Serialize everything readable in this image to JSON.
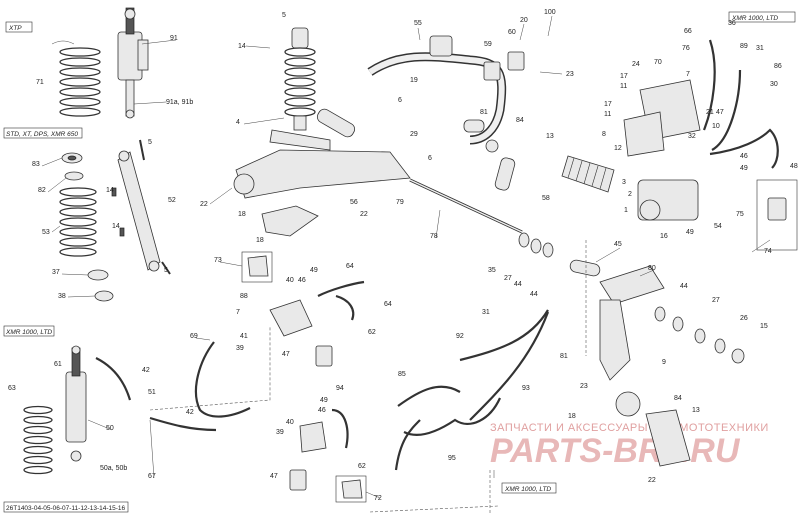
{
  "diagram_code": "26T1403-04-05-06-07-11-12-13-14-15-16",
  "variant_labels": {
    "xtp": "XTP",
    "std": "STD, XT, DPS, XMR 650",
    "xmr_top": "XMR 1000, LTD",
    "xmr_left": "XMR 1000, LTD",
    "xmr_bottom": "XMR 1000, LTD"
  },
  "watermark": {
    "line1": "ЗАПЧАСТИ И АКСЕССУАРЫ ДЛЯ МОТОТЕХНИКИ",
    "line2": "PARTS-BRP.RU"
  },
  "callouts": {
    "c71": "71",
    "c91": "91",
    "c91ab": "91a, 91b",
    "c83": "83",
    "c82": "82",
    "c53": "53",
    "c37": "37",
    "c38": "38",
    "c5a": "5",
    "c14a": "14",
    "c52": "52",
    "c14b": "14",
    "c5b": "5",
    "c14c": "14",
    "c4a": "4",
    "c22a": "22",
    "c18a": "18",
    "c55": "55",
    "c19": "19",
    "c20": "20",
    "c100": "100",
    "c60": "60",
    "c59": "59",
    "c23a": "23",
    "c6a": "6",
    "c81a": "81",
    "c29": "29",
    "c84a": "84",
    "c13a": "13",
    "c6b": "6",
    "c58": "58",
    "c79": "79",
    "c56": "56",
    "c22b": "22",
    "c18b": "18",
    "c78": "78",
    "c66": "66",
    "c36": "36",
    "c76": "76",
    "c89": "89",
    "c31": "31",
    "c86": "86",
    "c30": "30",
    "c24": "24",
    "c70": "70",
    "c17a": "17",
    "c11a": "11",
    "c7": "7",
    "c17b": "17",
    "c11b": "11",
    "c21": "21",
    "c47a": "47",
    "c32": "32",
    "c10": "10",
    "c8": "8",
    "c12": "12",
    "c46a": "46",
    "c49a": "49",
    "c48": "48",
    "c3": "3",
    "c2": "2",
    "c1": "1",
    "c54": "54",
    "c75": "75",
    "c49b": "49",
    "c16": "16",
    "c74": "74",
    "c73": "73",
    "c88": "88",
    "c40a": "40",
    "c46b": "46",
    "c49c": "49",
    "c64a": "64",
    "c7b": "7",
    "c64b": "64",
    "c41": "41",
    "c62a": "62",
    "c39a": "39",
    "c47b": "47",
    "c94": "94",
    "c35": "35",
    "c27a": "27",
    "c44a": "44",
    "c44b": "44",
    "c45": "45",
    "c80": "80",
    "c44c": "44",
    "c27b": "27",
    "c26": "26",
    "c15": "15",
    "c81b": "81",
    "c23b": "23",
    "c9": "9",
    "c18c": "18",
    "c84b": "84",
    "c13b": "13",
    "c22c": "22",
    "c31b": "31",
    "c92": "92",
    "c85": "85",
    "c93": "93",
    "c95": "95",
    "c69": "69",
    "c61": "61",
    "c42a": "42",
    "c51": "51",
    "c42b": "42",
    "c63": "63",
    "c50": "50",
    "c50ab": "50a, 50b",
    "c67": "67",
    "c39b": "39",
    "c40b": "40",
    "c49d": "49",
    "c46c": "46",
    "c47c": "47",
    "c62b": "62",
    "c72": "72"
  },
  "colors": {
    "line": "#333333",
    "fill": "#e9e9e9",
    "watermark": "#e8b8b8"
  }
}
